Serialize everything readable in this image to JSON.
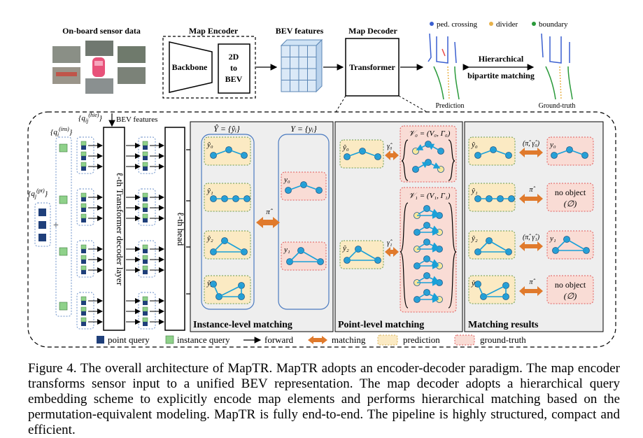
{
  "top": {
    "onboard_label": "On-board sensor data",
    "map_encoder_label": "Map Encoder",
    "backbone_label": "Backbone",
    "to_bev_lines": [
      "2D",
      "to",
      "BEV"
    ],
    "bev_features_label": "BEV features",
    "map_decoder_label": "Map Decoder",
    "transformer_label": "Transformer",
    "legend_top": [
      "ped. crossing",
      "divider",
      "boundary"
    ],
    "hier_lines": [
      "Hierarchical",
      "bipartite matching"
    ],
    "prediction_label": "Prediction",
    "ground_truth_label": "Ground-truth"
  },
  "decoder": {
    "bev_features_label": "BEV features",
    "q_hie": "{q",
    "q_hie_sub": "ij",
    "q_hie_sup": "(hie)",
    "q_ins": "{q",
    "q_ins_sub": "i",
    "q_ins_sup": "(ins)",
    "q_pt": "{q",
    "q_pt_sub": "j",
    "q_pt_sup": "(pt)",
    "plus": "+",
    "transformer_layer_label": "ℓ-th Transformer decoder layer",
    "head_label": "ℓ-th head"
  },
  "instance_matching": {
    "title": "Instance-level matching",
    "pred_set": "Ŷ = {ŷᵢ}",
    "gt_set": "Y = {yᵢ}",
    "preds": [
      "ŷ₀",
      "ŷ₁",
      "ŷ₂",
      "ŷ₃"
    ],
    "gts": [
      "y₀",
      "y₁"
    ],
    "pi_label": "π̂"
  },
  "point_matching": {
    "title": "Point-level matching",
    "preds": [
      "ŷ₀",
      "ŷ₂"
    ],
    "gamma_labels": [
      "γ̂₀",
      "γ̂₁"
    ],
    "set_labels": [
      "𝒱₀ = (V₀, Γ₀)",
      "𝒱₁ = (V₁, Γ₁)"
    ]
  },
  "matching_results": {
    "title": "Matching results",
    "preds": [
      "ŷ₀",
      "ŷ₁",
      "ŷ₂",
      "ŷ₃"
    ],
    "arrow_labels": [
      "(π̂, γ̂₀)",
      "π̂",
      "(π̂, γ̂₁)",
      "π̂"
    ],
    "targets": [
      "y₀",
      "no object",
      "y₁",
      "no object"
    ],
    "empty_symbol": "(∅)"
  },
  "legend": {
    "point_query": "point query",
    "instance_query": "instance query",
    "forward": "forward",
    "matching": "matching",
    "prediction": "prediction",
    "ground_truth": "ground-truth"
  },
  "colors": {
    "point_query": "#1f3f7a",
    "instance_query": "#8fd18a",
    "node": "#2aa0d6",
    "node_yellow": "#f8e79a",
    "pred_fill": "#fbeac3",
    "gt_fill": "#f9dcd5",
    "matching_arrow": "#e07a2c",
    "panel_fill": "#eeeeee",
    "blue_set": "#4a7ac0"
  },
  "caption": "Figure 4. The overall architecture of MapTR. MapTR adopts an encoder-decoder paradigm. The map encoder transforms sensor input to a unified BEV representation. The map decoder adopts a hierarchical query embedding scheme to explicitly encode map elements and performs hierarchical matching based on the permutation-equivalent modeling. MapTR is fully end-to-end. The pipeline is highly structured, compact and efficient."
}
